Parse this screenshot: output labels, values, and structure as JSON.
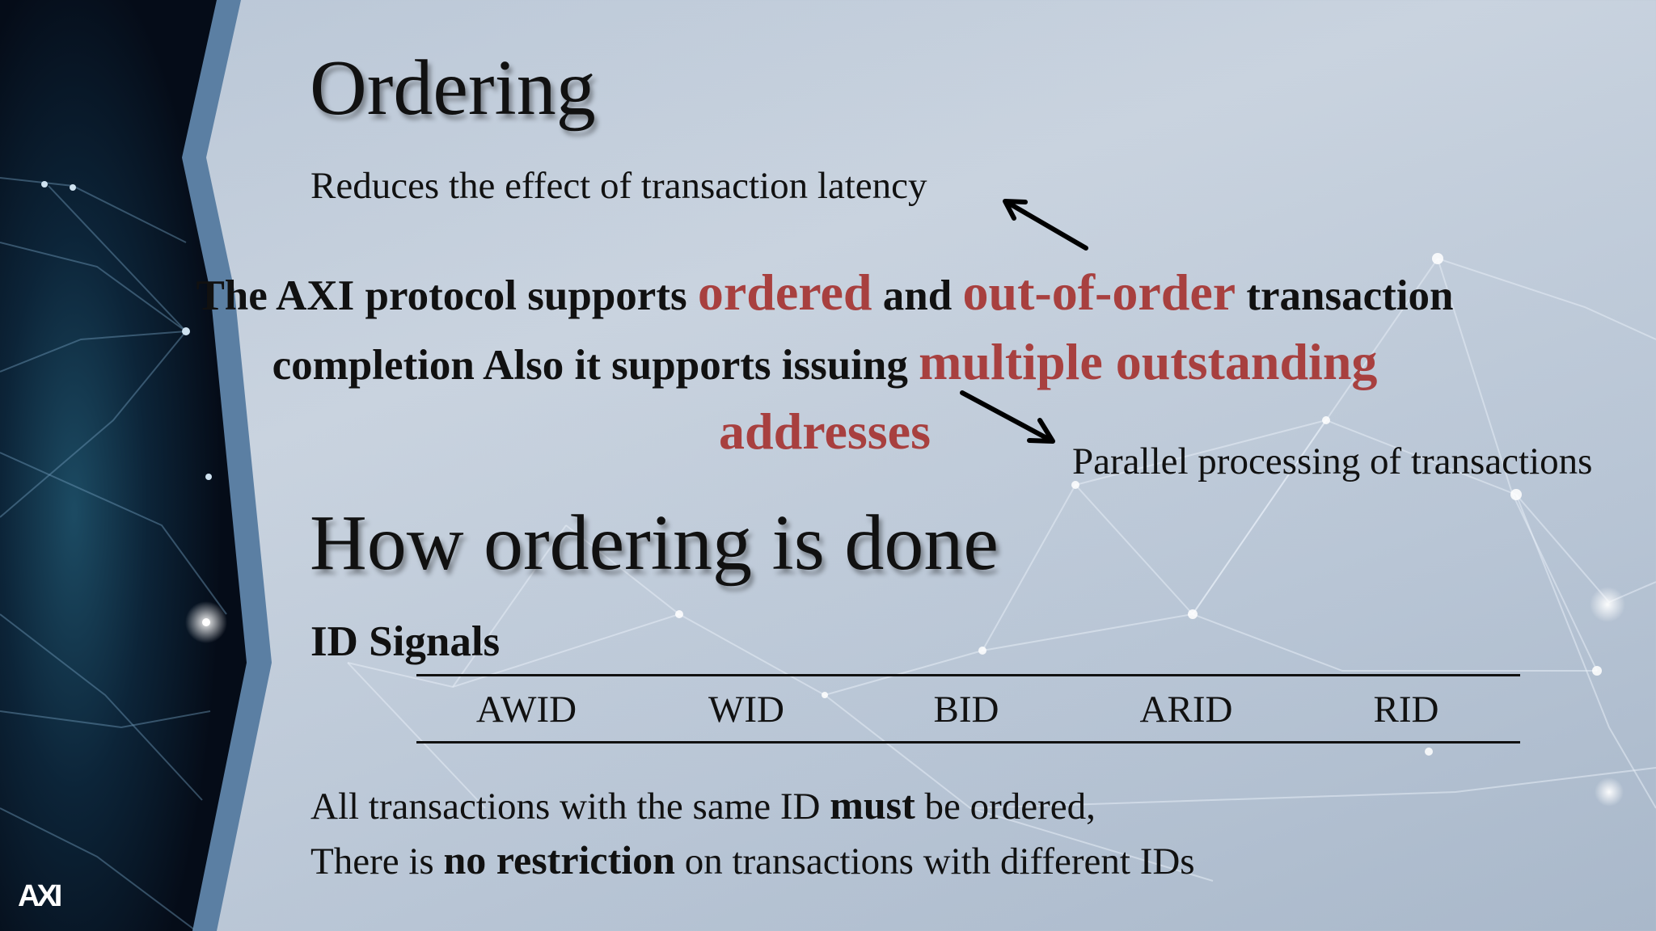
{
  "slide": {
    "title": "Ordering",
    "latency_note": "Reduces the effect of transaction latency",
    "paragraph": {
      "l1_a": "The AXI protocol supports ",
      "l1_ordered": "ordered",
      "l1_and": " and ",
      "l1_ooo": "out-of-order",
      "l1_b": " transaction",
      "l2_a": "completion Also it supports issuing ",
      "l2_mult": "multiple outstanding",
      "l3_addr": "addresses"
    },
    "parallel_note": "Parallel processing of transactions",
    "section_heading": "How ordering is done",
    "id_signals_heading": "ID Signals",
    "id_signals": [
      "AWID",
      "WID",
      "BID",
      "ARID",
      "RID"
    ],
    "statement1": {
      "a": "All transactions with the same ID ",
      "bold": "must",
      "b": " be ordered,"
    },
    "statement2": {
      "a": "There is ",
      "bold": "no restriction",
      "b": " on transactions with different IDs"
    },
    "logo_text": "AXI"
  },
  "colors": {
    "accent_red": "#a8403f",
    "panel_dark": "#081526",
    "panel_edge": "#5b7fa3"
  }
}
